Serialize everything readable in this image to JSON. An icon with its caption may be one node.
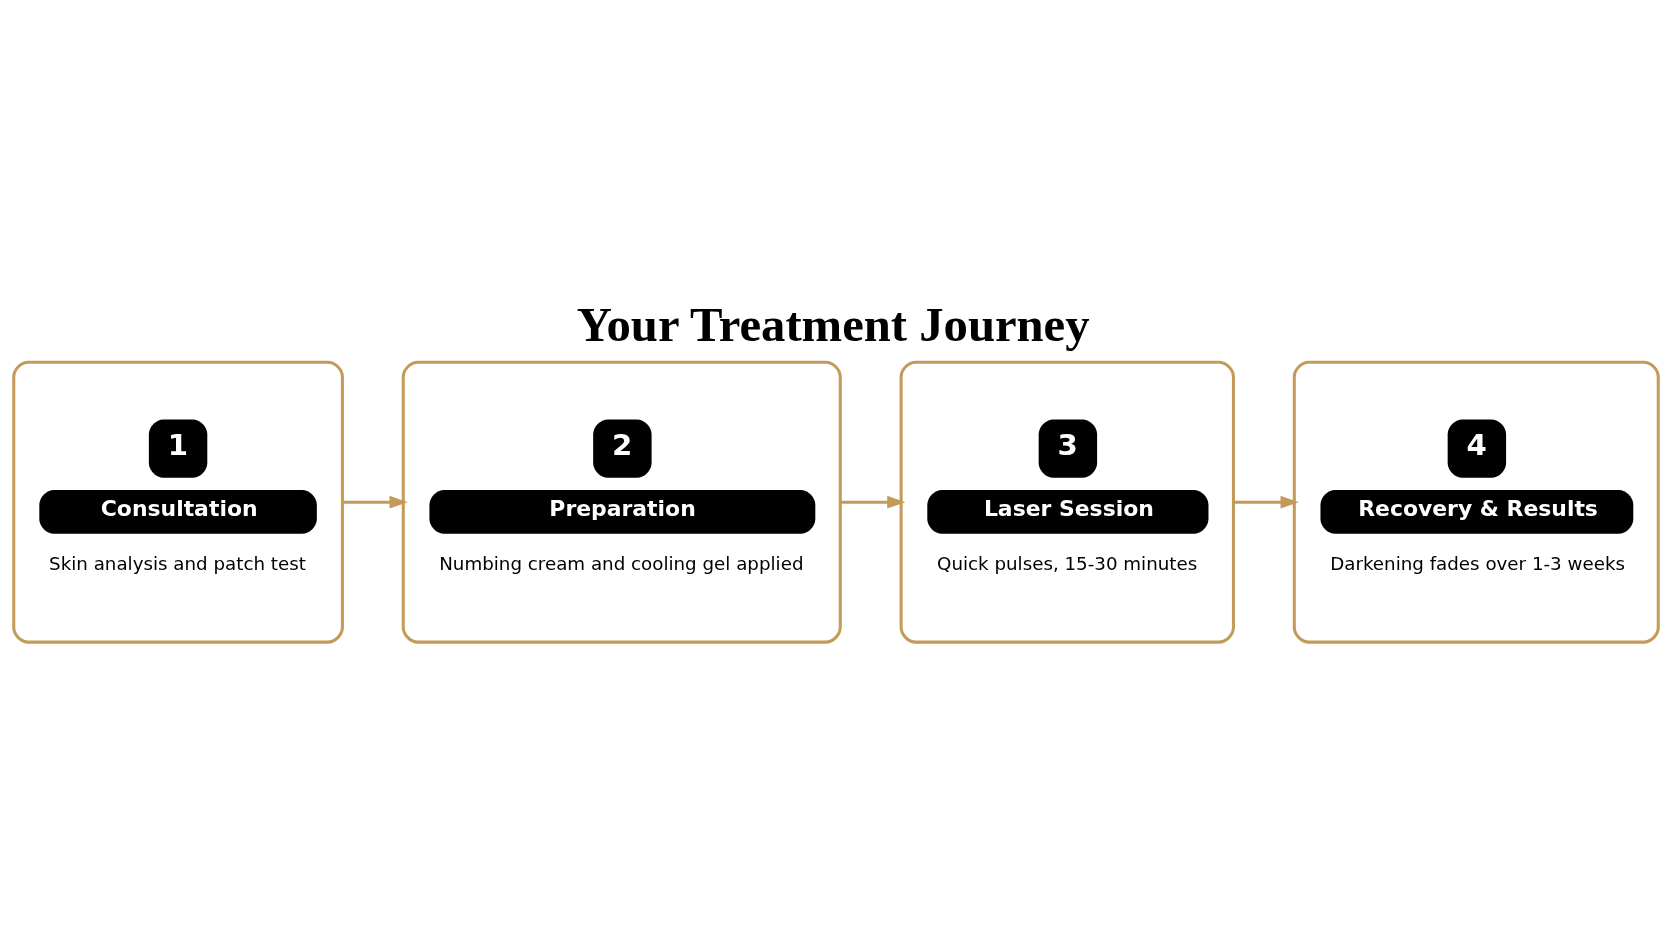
{
  "diagram": {
    "title": "Your Treatment Journey",
    "nodes": [
      {
        "text": [
          "1",
          "Consultation",
          "Skin analysis and patch test"
        ]
      },
      {
        "text": [
          "2",
          "Preparation",
          "Numbing cream and cooling gel applied"
        ]
      },
      {
        "text": [
          "3",
          "Laser Session",
          "Quick pulses, 15-30 minutes"
        ]
      },
      {
        "text": [
          "4",
          "Recovery & Results",
          "Darkening fades over 1-3 weeks"
        ]
      }
    ],
    "edges": [
      {
        "from": 0,
        "to": 1,
        "arrow": "to"
      },
      {
        "from": 1,
        "to": 2,
        "arrow": "to"
      },
      {
        "from": 2,
        "to": 3,
        "arrow": "to"
      }
    ]
  }
}
